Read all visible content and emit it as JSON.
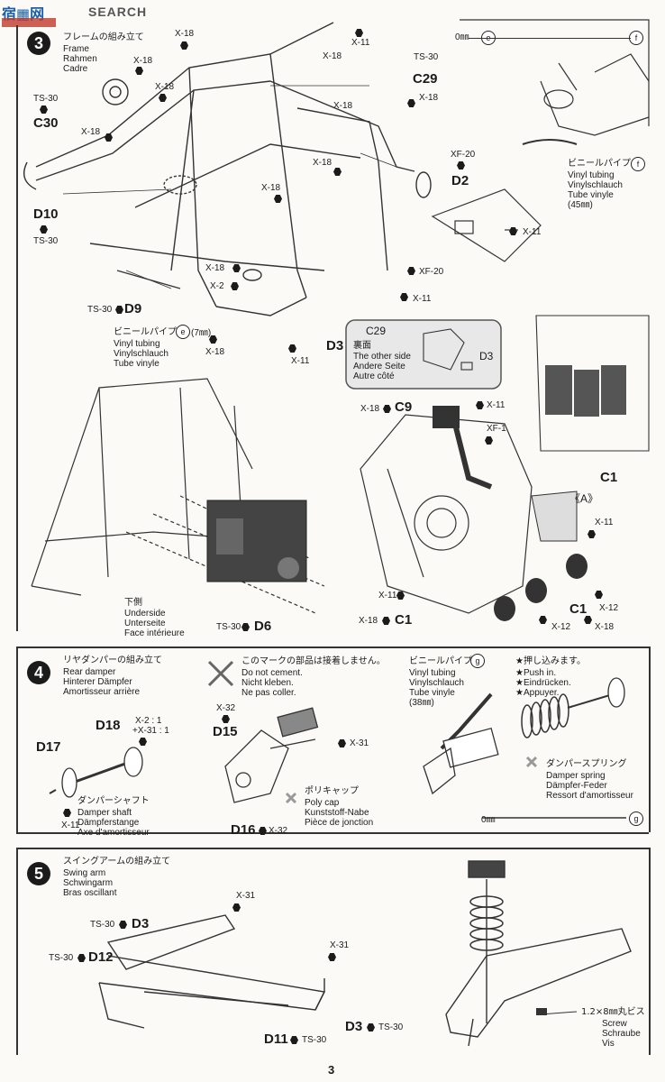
{
  "watermark": "SEARCH",
  "page_number": "3",
  "step3": {
    "num": "3",
    "title_jp": "フレームの組み立て",
    "title_en": "Frame",
    "title_de": "Rahmen",
    "title_fr": "Cadre",
    "vinyl_e": {
      "jp": "ビニールパイプ",
      "len": "(7㎜)",
      "en": "Vinyl tubing",
      "de": "Vinylschlauch",
      "fr": "Tube vinyle"
    },
    "vinyl_f": {
      "jp": "ビニールパイプ",
      "en": "Vinyl tubing",
      "de": "Vinylschlauch",
      "fr": "Tube vinyle",
      "len": "(45㎜)"
    },
    "inset": {
      "part": "C29",
      "jp": "裏面",
      "en": "The other side",
      "de": "Andere Seite",
      "fr": "Autre côté",
      "ref": "D3"
    },
    "underside": {
      "jp": "下側",
      "en": "Underside",
      "de": "Unterseite",
      "fr": "Face intérieure"
    },
    "scale_label": "0㎜",
    "labels": [
      "X-18",
      "X-11",
      "X-18",
      "X-18",
      "X-18",
      "TS-30",
      "C30",
      "X-18",
      "C29",
      "X-18",
      "TS-30",
      "X-18",
      "X-18",
      "XF-20",
      "D2",
      "D10",
      "TS-30",
      "X-18",
      "X-11",
      "X-18",
      "XF-20",
      "X-2",
      "X-11",
      "TS-30",
      "D9",
      "X-18",
      "X-11",
      "D3",
      "X-18",
      "C9",
      "X-11",
      "XF-1",
      "《A》",
      "X-11",
      "C1",
      "X-11",
      "X-12",
      "C1",
      "X-18",
      "X-12",
      "X-18",
      "TS-30",
      "D6",
      "C1"
    ]
  },
  "step4": {
    "num": "4",
    "title_jp": "リヤダンパーの組み立て",
    "title_en": "Rear damper",
    "title_de": "Hinterer Dämpfer",
    "title_fr": "Amortisseur arrière",
    "cement": {
      "jp": "このマークの部品は接着しません。",
      "en": "Do not cement.",
      "de": "Nicht kleben.",
      "fr": "Ne pas coller."
    },
    "vinyl_g": {
      "jp": "ビニールパイプ",
      "en": "Vinyl tubing",
      "de": "Vinylschlauch",
      "fr": "Tube vinyle",
      "len": "(38㎜)"
    },
    "push": {
      "jp": "★押し込みます。",
      "en": "★Push in.",
      "de": "★Eindrücken.",
      "fr": "★Appuyer."
    },
    "shaft": {
      "jp": "ダンパーシャフト",
      "en": "Damper shaft",
      "de": "Dämpferstange",
      "fr": "Axe d'amortisseur"
    },
    "polycap": {
      "jp": "ポリキャップ",
      "en": "Poly cap",
      "de": "Kunststoff-Nabe",
      "fr": "Pièce de jonction"
    },
    "spring": {
      "jp": "ダンパースプリング",
      "en": "Damper spring",
      "de": "Dämpfer-Feder",
      "fr": "Ressort d'amortisseur"
    },
    "labels": [
      "X-32",
      "D15",
      "X-31",
      "D18",
      "X-2 : 1",
      "+X-31 : 1",
      "D17",
      "X-11",
      "D16",
      "X-32"
    ],
    "scale_label": "0㎜",
    "scale_mark": "g"
  },
  "step5": {
    "num": "5",
    "title_jp": "スイングアームの組み立て",
    "title_en": "Swing arm",
    "title_de": "Schwingarm",
    "title_fr": "Bras oscillant",
    "screw": {
      "jp": "1.2×8㎜丸ビス",
      "en": "Screw",
      "de": "Schraube",
      "fr": "Vis"
    },
    "labels": [
      "X-31",
      "TS-30",
      "D3",
      "TS-30",
      "D12",
      "X-31",
      "D11",
      "TS-30",
      "D3",
      "TS-30"
    ]
  }
}
